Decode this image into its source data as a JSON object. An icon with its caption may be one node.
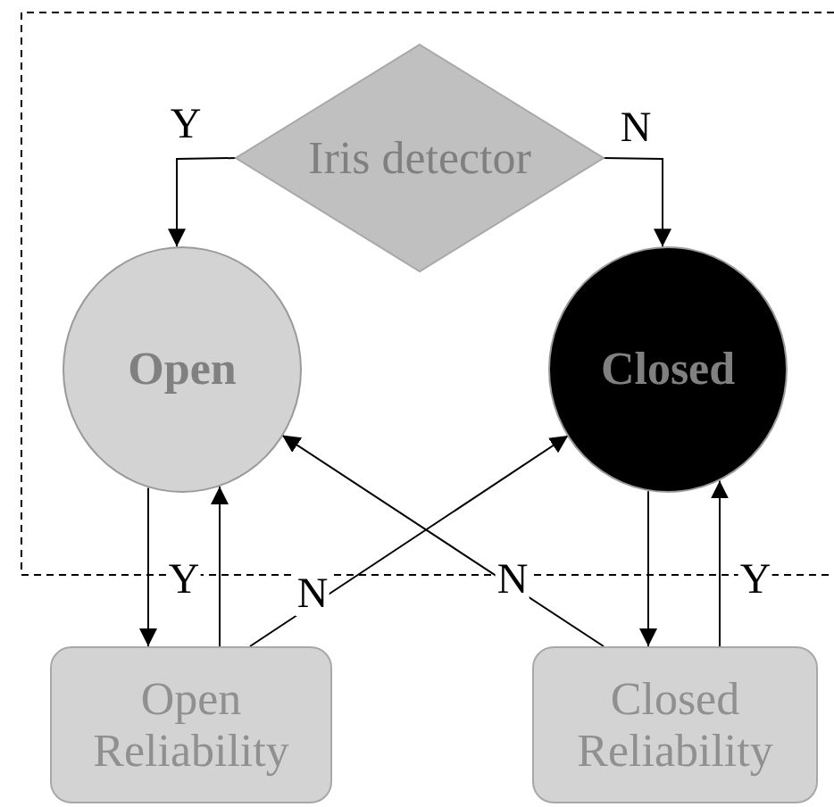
{
  "diagram": {
    "nodes": [
      {
        "text": [
          "Iris detector"
        ]
      },
      {
        "text": [
          "Open"
        ]
      },
      {
        "text": [
          "Closed"
        ]
      },
      {
        "text": [
          "Open Reliability"
        ]
      },
      {
        "text": [
          "Closed Reliability"
        ]
      }
    ],
    "edges": [
      {
        "from": 0,
        "to": 1,
        "arrow": "to",
        "label": "Y"
      },
      {
        "from": 0,
        "to": 2,
        "arrow": "to",
        "label": "N"
      },
      {
        "from": 1,
        "to": 3,
        "arrow": "to",
        "label": "Y"
      },
      {
        "from": 3,
        "to": 1,
        "arrow": "to"
      },
      {
        "from": 3,
        "to": 2,
        "arrow": "to",
        "label": "N"
      },
      {
        "from": 4,
        "to": 1,
        "arrow": "to",
        "label": "N"
      },
      {
        "from": 2,
        "to": 4,
        "arrow": "to"
      },
      {
        "from": 4,
        "to": 2,
        "arrow": "to",
        "label": "Y"
      }
    ]
  }
}
